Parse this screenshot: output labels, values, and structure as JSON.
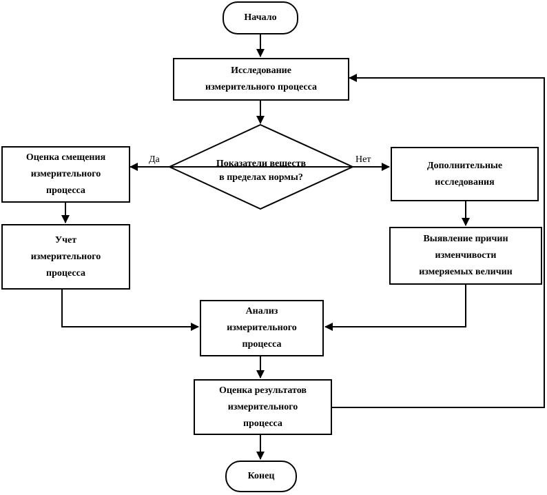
{
  "flowchart": {
    "start": "Начало",
    "research": "Исследование\nизмерительного процесса",
    "decision": "Показатели веществ\nв пределах нормы?",
    "yes_label": "Да",
    "no_label": "Нет",
    "bias": "Оценка смещения\nизмерительного\nпроцесса",
    "account": "Учет\nизмерительного\nпроцесса",
    "extra": "Дополнительные\nисследования",
    "causes": "Выявление причин\nизменчивости\nизмеряемых величин",
    "analysis": "Анализ\nизмерительного\nпроцесса",
    "evaluation": "Оценка результатов\nизмерительного\nпроцесса",
    "end": "Конец"
  }
}
